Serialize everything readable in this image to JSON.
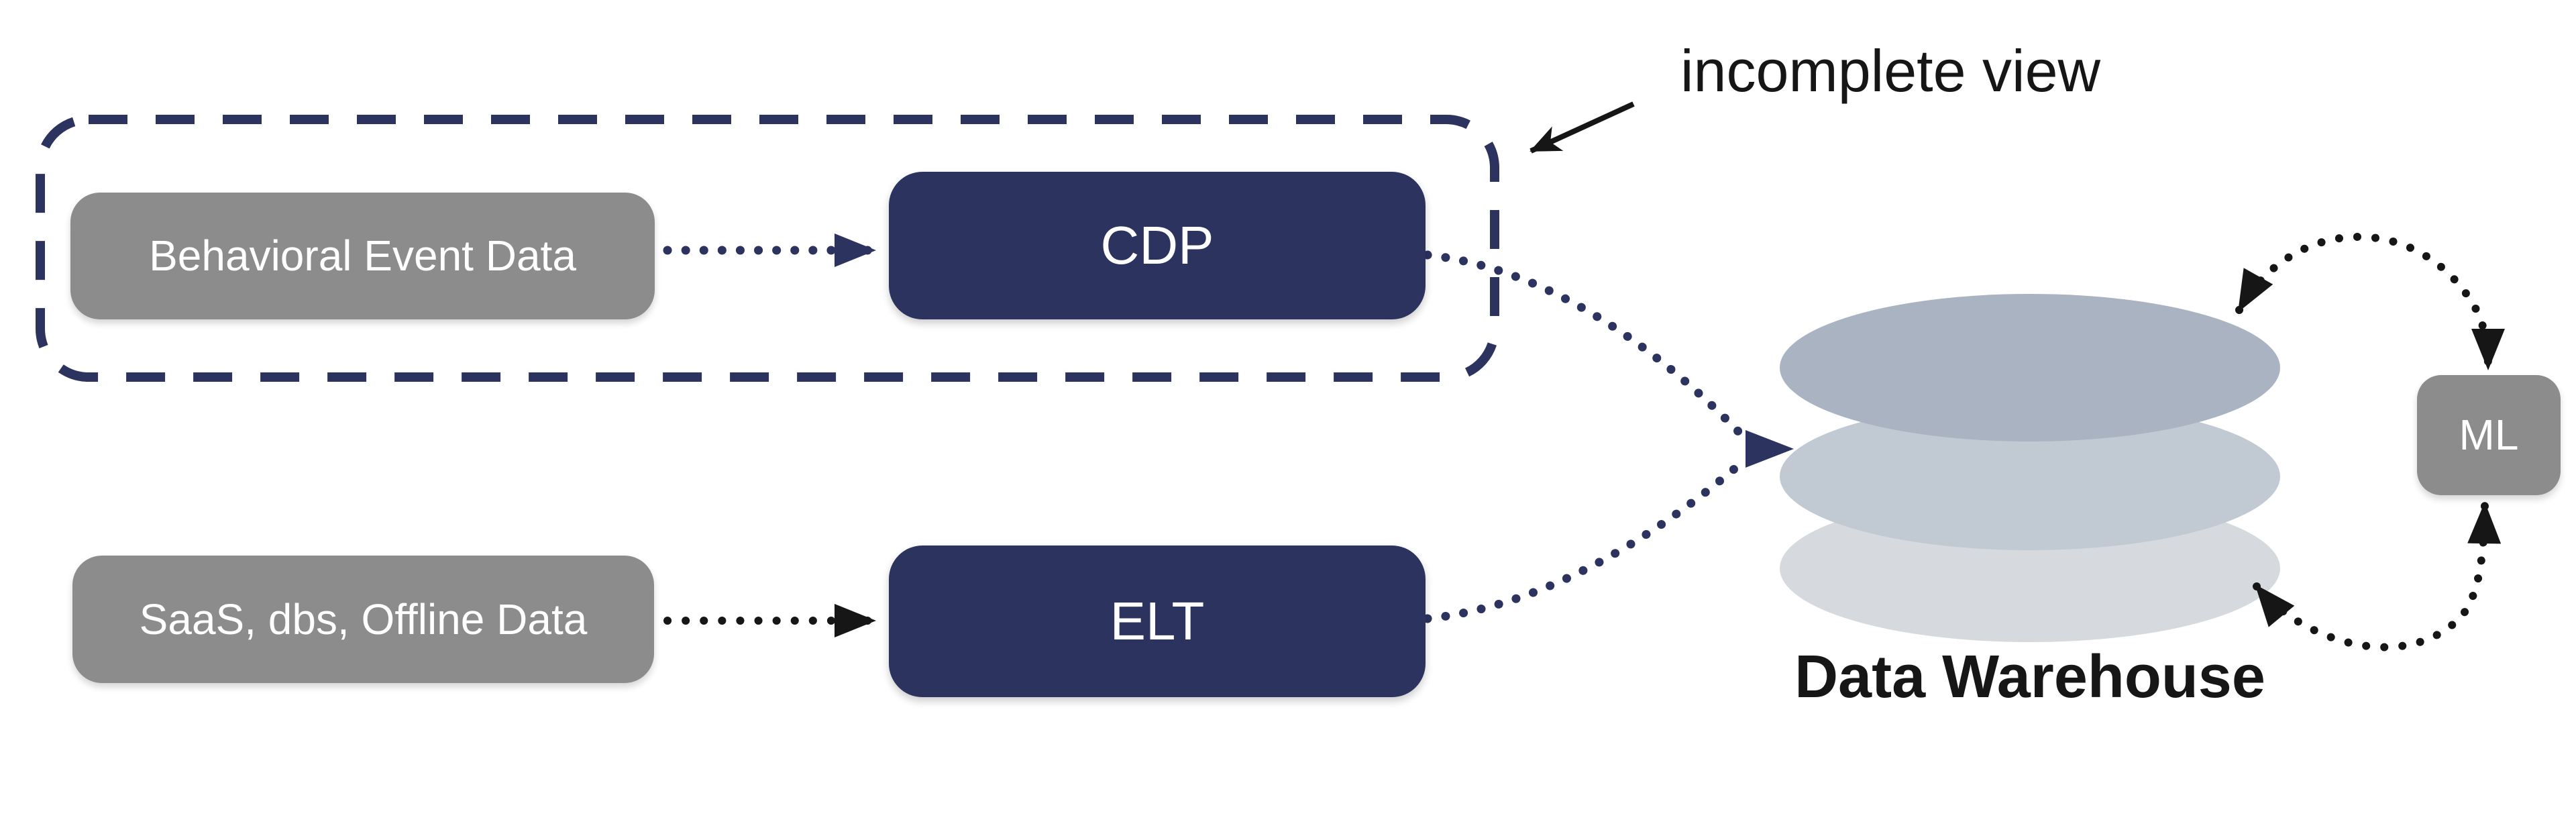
{
  "colors": {
    "navy": "#2c335e",
    "box_gray": "#8c8c8c",
    "ink": "#161616",
    "warehouse_top": "#a9b3c2",
    "warehouse_middle": "#c1c9d3",
    "warehouse_bottom": "#d6dade",
    "box_text": "#ffffff",
    "background": "#ffffff"
  },
  "annotation": {
    "label": "incomplete view",
    "points_to": "incomplete-group"
  },
  "nodes": {
    "behavioral": {
      "label": "Behavioral Event Data"
    },
    "cdp": {
      "label": "CDP"
    },
    "saas": {
      "label": "SaaS, dbs, Offline Data"
    },
    "elt": {
      "label": "ELT"
    },
    "warehouse": {
      "label": "Data Warehouse"
    },
    "ml": {
      "label": "ML"
    }
  },
  "groups": [
    {
      "name": "incomplete-group",
      "style": "dashed-rounded-rect",
      "members": [
        "Behavioral Event Data",
        "CDP"
      ]
    }
  ],
  "edges": [
    {
      "from": "Behavioral Event Data",
      "to": "CDP",
      "style": "dotted",
      "color": "navy"
    },
    {
      "from": "SaaS, dbs, Offline Data",
      "to": "ELT",
      "style": "dotted",
      "color": "black"
    },
    {
      "from": "CDP",
      "to": "Data Warehouse",
      "style": "dotted",
      "color": "navy"
    },
    {
      "from": "ELT",
      "to": "Data Warehouse",
      "style": "dotted",
      "color": "navy"
    },
    {
      "from": "Data Warehouse",
      "to": "ML",
      "style": "dotted-arc",
      "color": "black",
      "bidirectional": true
    },
    {
      "from": "ML",
      "to": "Data Warehouse",
      "style": "dotted-arc",
      "color": "black",
      "bidirectional": true
    }
  ]
}
